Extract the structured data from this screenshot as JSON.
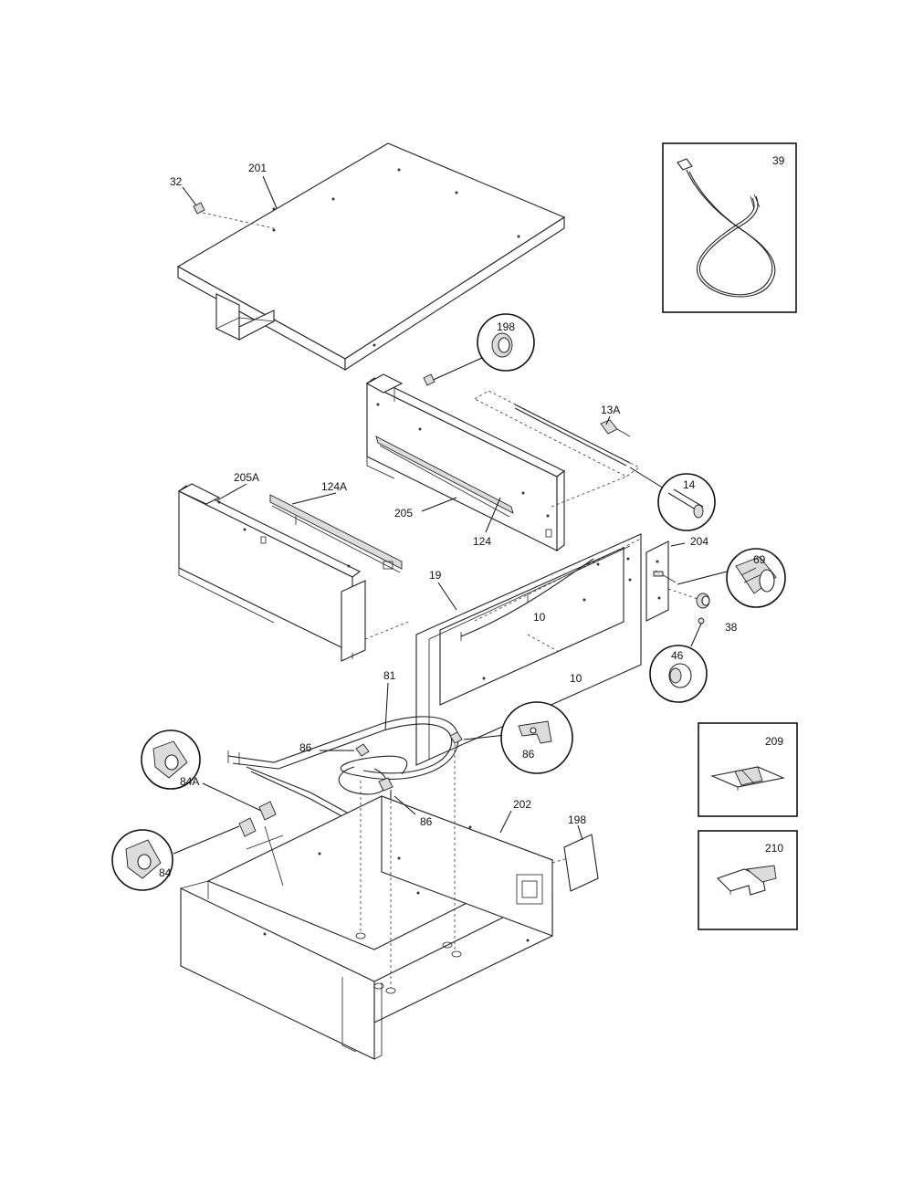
{
  "labels": {
    "p32": "32",
    "p201": "201",
    "p39": "39",
    "p198_top": "198",
    "p13A": "13A",
    "p14": "14",
    "p205A": "205A",
    "p124A": "124A",
    "p205": "205",
    "p124": "124",
    "p19": "19",
    "p10a": "10",
    "p10b": "10",
    "p204": "204",
    "p69": "69",
    "p38": "38",
    "p46": "46",
    "p81": "81",
    "p86a": "86",
    "p86b": "86",
    "p86c": "86",
    "p84A": "84A",
    "p84": "84",
    "p202": "202",
    "p198_bot": "198",
    "p209": "209",
    "p210": "210"
  }
}
